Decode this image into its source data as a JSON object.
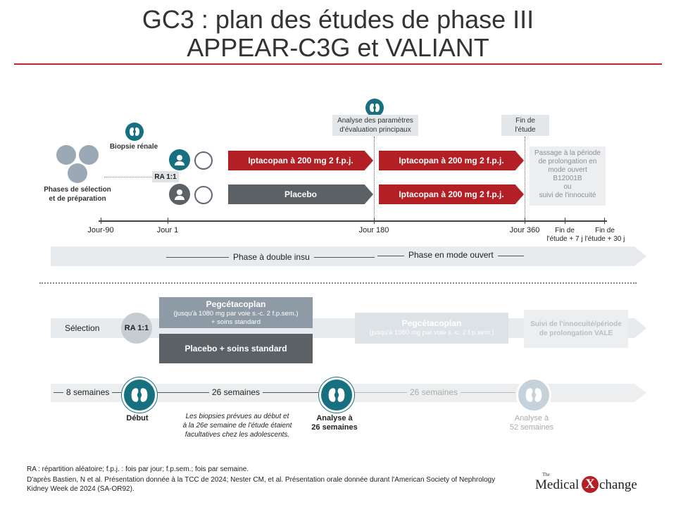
{
  "header": {
    "title_line1": "GC3 : plan des études de phase III",
    "title_line2": "APPEAR-C3G et VALIANT"
  },
  "appear": {
    "biopsy_label": "Biopsie rénale",
    "screening_label_1": "Phases de sélection",
    "screening_label_2": "et de préparation",
    "randomization": "RA 1:1",
    "analysis_label_1": "Analyse des paramètres",
    "analysis_label_2": "d'évaluation principaux",
    "end_label_1": "Fin de",
    "end_label_2": "l'étude",
    "arm1_period1": "Iptacopan à 200 mg 2 f.p.j.",
    "arm1_period2": "Iptacopan à 200 mg 2 f.p.j.",
    "arm2_period1": "Placebo",
    "arm2_period2": "Iptacopan à 200 mg 2 f.p.j.",
    "extension_lines": [
      "Passage à la période",
      "de prolongation en",
      "mode ouvert",
      "B12001B",
      "ou",
      "suivi de l'innocuité"
    ],
    "ticks": {
      "d_minus90": "Jour-90",
      "d1": "Jour 1",
      "d180": "Jour 180",
      "d360": "Jour 360",
      "end7_1": "Fin de",
      "end7_2": "l'étude + 7 j",
      "end30_1": "Fin de",
      "end30_2": "l'étude + 30 j"
    },
    "phase_double_blind": "Phase à double insu",
    "phase_open_label": "Phase en mode ouvert"
  },
  "valiant": {
    "selection": "Sélection",
    "randomization": "RA 1:1",
    "arm1_title": "Pegcétacoplan",
    "arm1_sub1": "(jusqu'à 1080 mg par voie s.-c. 2 f.p.sem.)",
    "arm1_sub2": "+ soins standard",
    "arm2": "Placebo + soins standard",
    "open_title": "Pegcétacoplan",
    "open_sub": "(jusqu'à 1080 mg par voie s.-c. 2 f.p.sem.)",
    "followup_1": "Suivi de l'innocuité/période",
    "followup_2": "de prolongation VALE",
    "weeks_8": "8 semaines",
    "weeks_26a": "26 semaines",
    "weeks_26b": "26 semaines",
    "debut": "Début",
    "analysis26_1": "Analyse à",
    "analysis26_2": "26 semaines",
    "analysis52_1": "Analyse à",
    "analysis52_2": "52 semaines",
    "note_lines": [
      "Les biopsies prévues au début et",
      "à la 26e semaine de l'étude étaient",
      "facultatives chez les adolescents."
    ]
  },
  "footer": {
    "line1": "RA : répartition aléatoire; f.p.j. : fois par jour; f.p.sem.; fois par semaine.",
    "line2": "D'après Bastien, N et al. Présentation donnée à la TCC de 2024; Nester CM, et al. Présentation orale donnée durant l'American Society of Nephrology",
    "line3": "Kidney Week de 2024 (SA-OR92)."
  },
  "logo": {
    "the": "The",
    "medical": "Medical",
    "x": "X",
    "change": "change"
  },
  "colors": {
    "accent_red": "#b21f24",
    "placebo_slate": "#5c6166",
    "kidney_teal": "#16707f",
    "title_rule": "#c0282e"
  }
}
